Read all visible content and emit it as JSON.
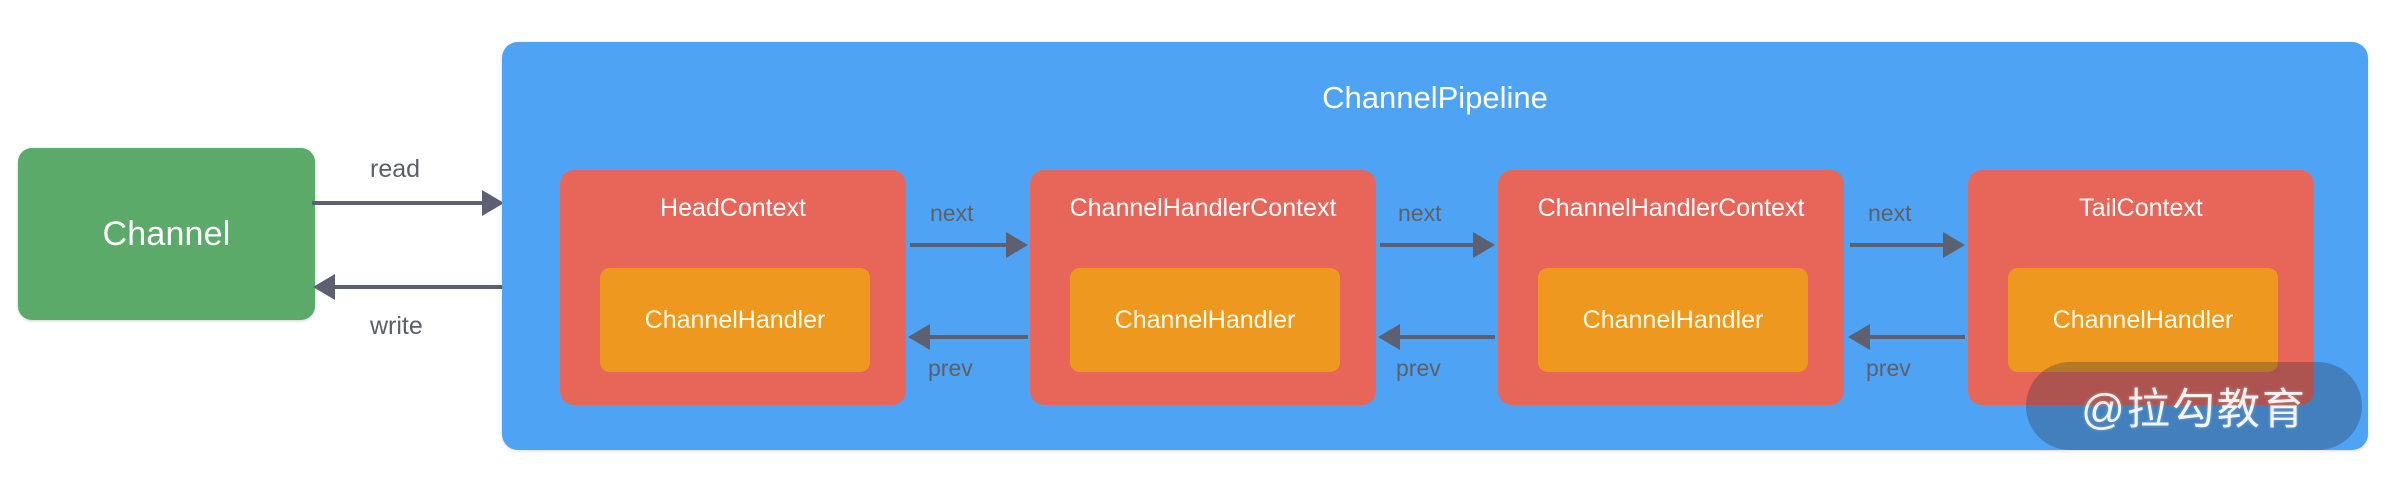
{
  "diagram": {
    "title_hidden": "",
    "channel": {
      "label": "Channel",
      "color": "#5baa6a"
    },
    "io_edges": [
      {
        "label": "read",
        "direction": "right"
      },
      {
        "label": "write",
        "direction": "left"
      }
    ],
    "pipeline": {
      "title": "ChannelPipeline",
      "color": "#4fa3f5",
      "context_color": "#e8655a",
      "handler_color": "#ef9820",
      "contexts": [
        {
          "title": "HeadContext",
          "handler": "ChannelHandler"
        },
        {
          "title": "ChannelHandlerContext",
          "handler": "ChannelHandler"
        },
        {
          "title": "ChannelHandlerContext",
          "handler": "ChannelHandler"
        },
        {
          "title": "TailContext",
          "handler": "ChannelHandler"
        }
      ],
      "links": [
        {
          "next": "next",
          "prev": "prev"
        },
        {
          "next": "next",
          "prev": "prev"
        },
        {
          "next": "next",
          "prev": "prev"
        }
      ]
    },
    "watermark": {
      "text": "@拉勾教育"
    }
  }
}
